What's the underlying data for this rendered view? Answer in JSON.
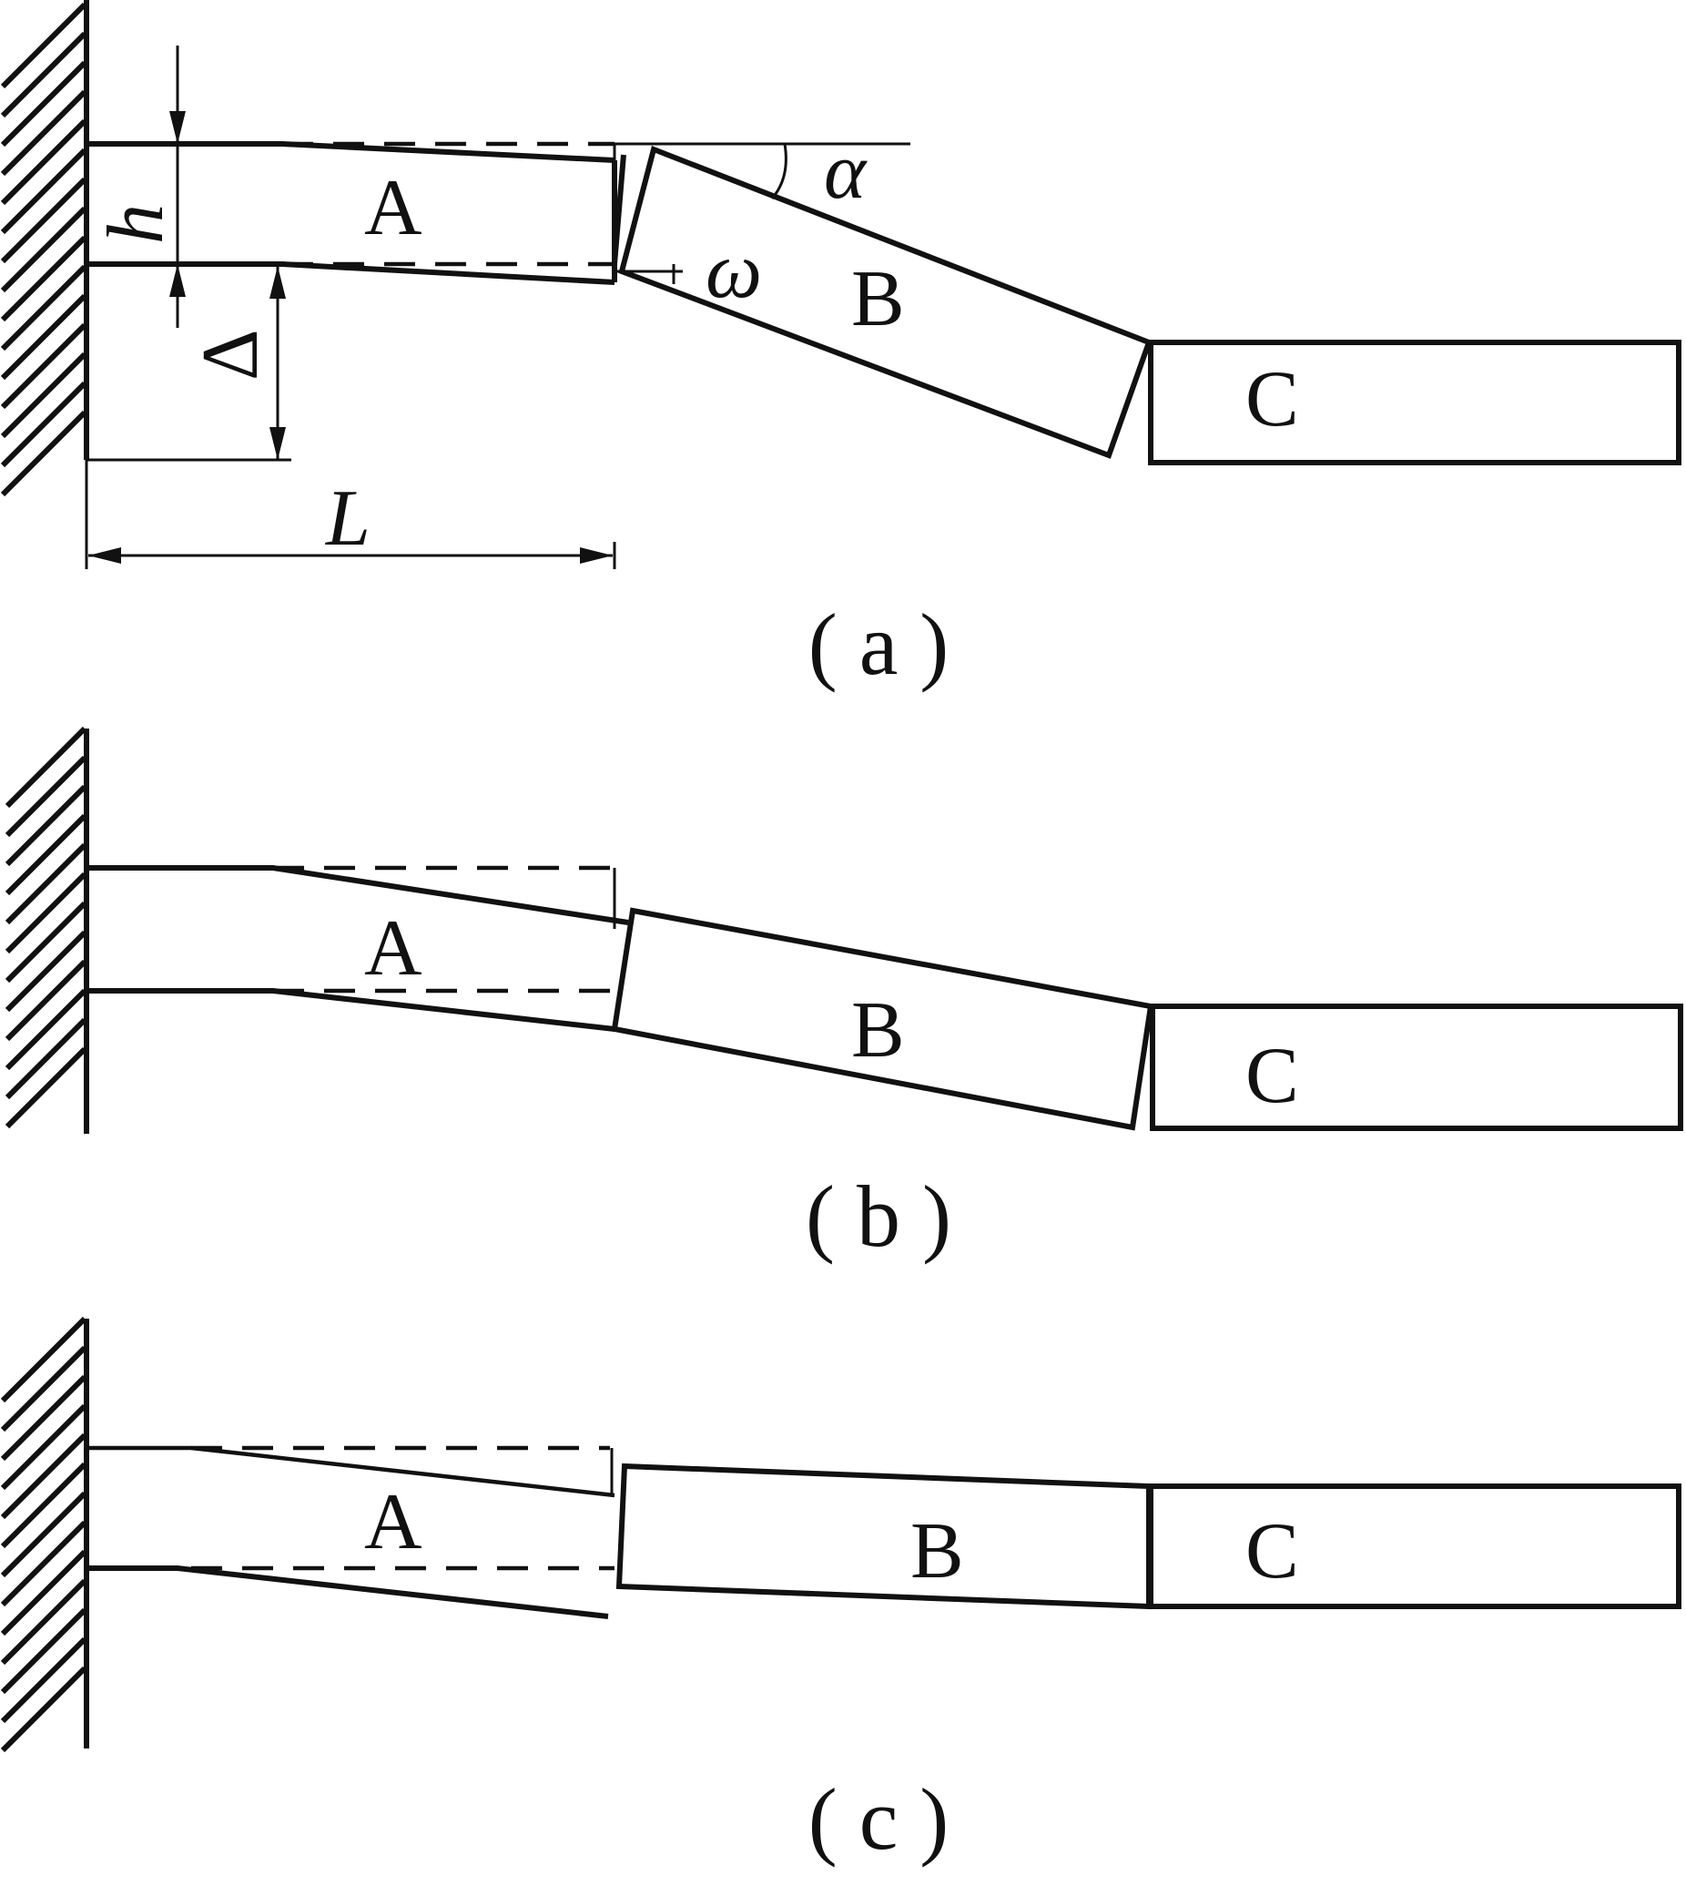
{
  "colors": {
    "stroke": "#111111",
    "background": "#ffffff"
  },
  "panels": [
    {
      "caption": "( a )",
      "blocks": [
        "A",
        "B",
        "C"
      ],
      "symbols": {
        "h": "h",
        "delta": "Δ",
        "length": "L",
        "alpha": "α",
        "omega": "ω"
      }
    },
    {
      "caption": "( b )",
      "blocks": [
        "A",
        "B",
        "C"
      ]
    },
    {
      "caption": "( c )",
      "blocks": [
        "A",
        "B",
        "C"
      ]
    }
  ]
}
